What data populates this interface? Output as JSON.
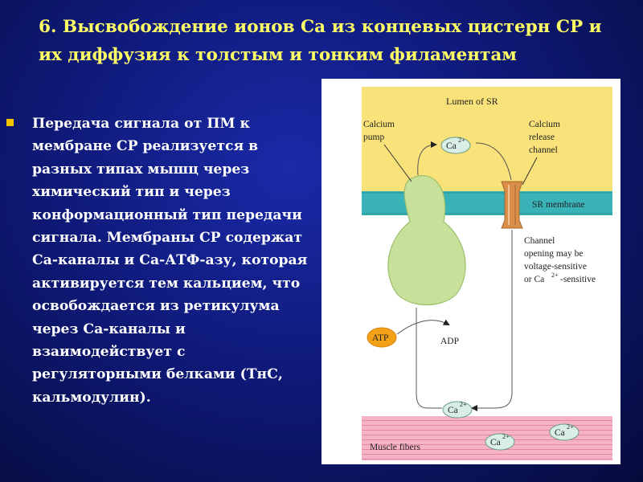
{
  "slide": {
    "title": "6. Высвобождение ионов Са из концевых цистерн СР и их диффузия к толстым и тонким филаментам",
    "bullet_text": "Передача сигнала от ПМ к мембране СР реализуется в разных типах мышц через химический тип и через конформационный тип передачи сигнала. Мембраны СР содержат Са-каналы и Са-АТФ-азу, которая активируется тем кальцием, что освобождается из ретикулума через Са-каналы и взаимодействует с регуляторными белками (ТнС, кальмодулин)."
  },
  "diagram": {
    "lumen_label": "Lumen of SR",
    "calcium_pump_label": [
      "Calcium",
      "pump"
    ],
    "release_channel_label": [
      "Calcium",
      "release",
      "channel"
    ],
    "sr_membrane_label": "SR membrane",
    "channel_note": [
      "Channel",
      "opening may be",
      "voltage-sensitive",
      "or Ca",
      "-sensitive"
    ],
    "channel_note_sup": "2+",
    "atp_label": "ATP",
    "adp_label": "ADP",
    "muscle_fibers_label": "Muscle fibers",
    "ion_label": "Ca",
    "ion_sup": "2+"
  },
  "colors": {
    "background": "#0f1a7a",
    "title": "#ffff66",
    "bullet": "#f2c200",
    "lumen": "#f9e27a",
    "membrane": "#39b3b8",
    "pump": "#c7e19a",
    "channel": "#d98f4a",
    "atp": "#f4a11a",
    "muscle": "#f5a9bf"
  }
}
